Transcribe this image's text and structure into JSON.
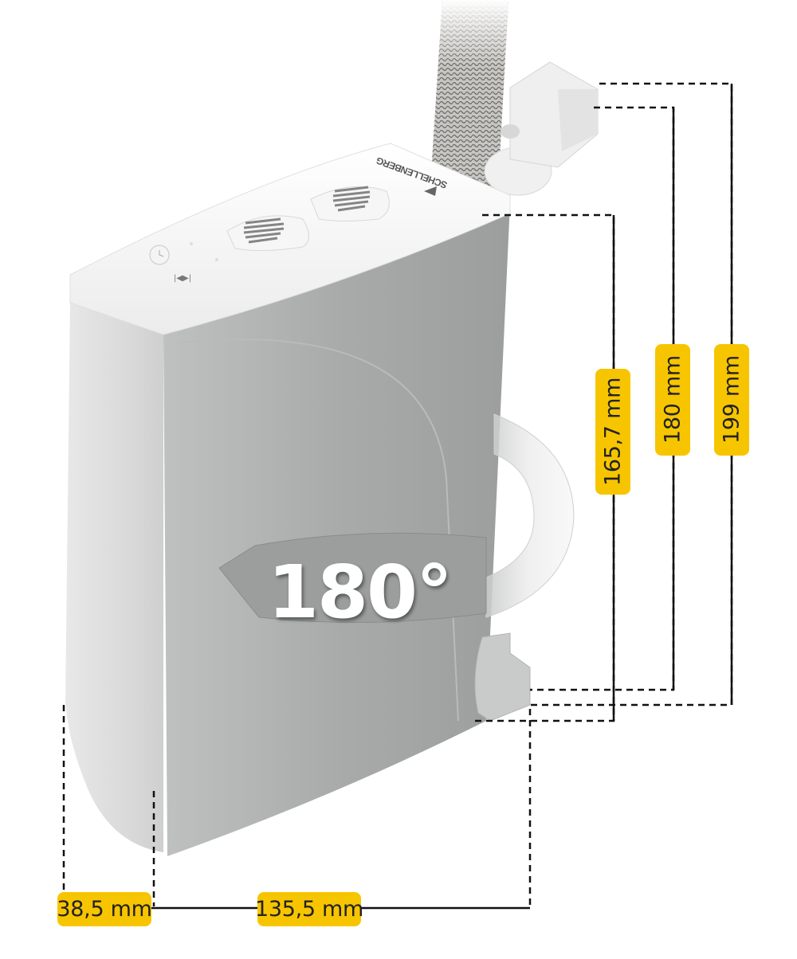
{
  "figure": {
    "product": "belt winder (Gurtwickler) housing",
    "brand_text": "SCHELLENBERG",
    "rotation_badge": "180°",
    "colors": {
      "label_bg": "#f7c500",
      "label_text": "#222222",
      "housing_front": "#a3a5a5",
      "housing_side": "#dcdcdc",
      "housing_top": "#f4f4f4",
      "dimension_line": "#111111"
    }
  },
  "dimensions": {
    "height_body": "165,7 mm",
    "height_with_lower_bracket": "180 mm",
    "height_total": "199 mm",
    "depth": "38,5 mm",
    "width": "135,5 mm"
  },
  "controls": {
    "button_left": "up-button",
    "button_right": "down-button",
    "small_buttons": [
      "clock-button",
      "skip-button"
    ],
    "skip_symbol": "|◀▶|"
  }
}
